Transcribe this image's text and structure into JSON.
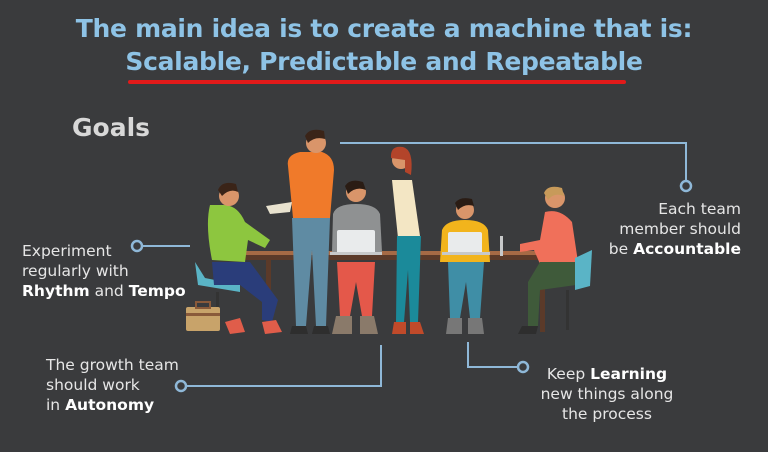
{
  "header": {
    "line1": "The main idea is to create a machine that is:",
    "line2": "Scalable, Predictable and Repeatable"
  },
  "goals_label": "Goals",
  "goals": {
    "experiment": {
      "l1": "Experiment",
      "l2": "regularly with",
      "b1": "Rhythm",
      "and": " and ",
      "b2": "Tempo"
    },
    "accountable": {
      "l1": "Each team",
      "l2": "member should",
      "pre": "be ",
      "b": "Accountable"
    },
    "autonomy": {
      "l1": "The growth team",
      "l2": "should work",
      "pre": "in ",
      "b": "Autonomy"
    },
    "learning": {
      "pre": "Keep ",
      "b": "Learning",
      "l2": "new things along",
      "l3": "the process"
    }
  },
  "colors": {
    "title": "#8ec3e6",
    "underline": "#e11a1a",
    "connector": "#8fb8d8",
    "background": "#3a3b3d"
  }
}
